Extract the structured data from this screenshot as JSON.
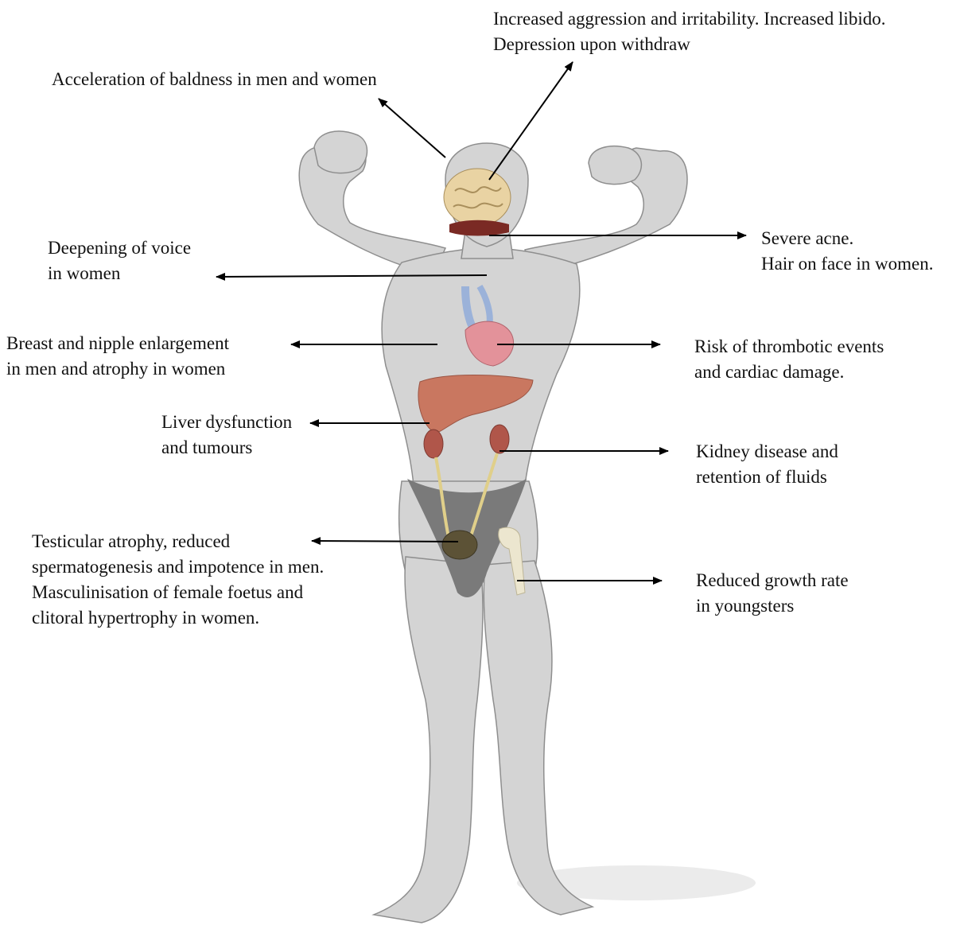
{
  "colors": {
    "body_fill": "#d4d4d4",
    "body_shade": "#b5b5b5",
    "body_outline": "#8e8e8e",
    "brief": "#7a7a7a",
    "brain": "#e9d3a3",
    "heart": "#e3929a",
    "vessels": "#9bb2d9",
    "liver": "#c97760",
    "kidney": "#b0564a",
    "bladder": "#5c5236",
    "bone": "#ece6cf",
    "arrow": "#000000"
  },
  "labels": {
    "aggression": {
      "lines": [
        "Increased aggression and irritability. Increased libido.",
        "Depression upon withdraw"
      ]
    },
    "baldness": {
      "lines": [
        "Acceleration of baldness in men and women"
      ]
    },
    "acne": {
      "lines": [
        "Severe acne.",
        "Hair on face in women."
      ]
    },
    "voice": {
      "lines": [
        "Deepening of voice",
        "in women"
      ]
    },
    "breast": {
      "lines": [
        "Breast and nipple enlargement",
        "in men and atrophy in women"
      ]
    },
    "thrombotic": {
      "lines": [
        "Risk of thrombotic events",
        "and cardiac damage."
      ]
    },
    "liver": {
      "lines": [
        "Liver dysfunction",
        "and tumours"
      ]
    },
    "kidney": {
      "lines": [
        "Kidney disease and",
        "retention of fluids"
      ]
    },
    "testicular": {
      "lines": [
        "Testicular atrophy, reduced",
        "spermatogenesis and impotence in men.",
        "Masculinisation of female foetus and",
        "clitoral hypertrophy in women."
      ]
    },
    "growth": {
      "lines": [
        "Reduced growth rate",
        "in youngsters"
      ]
    }
  }
}
